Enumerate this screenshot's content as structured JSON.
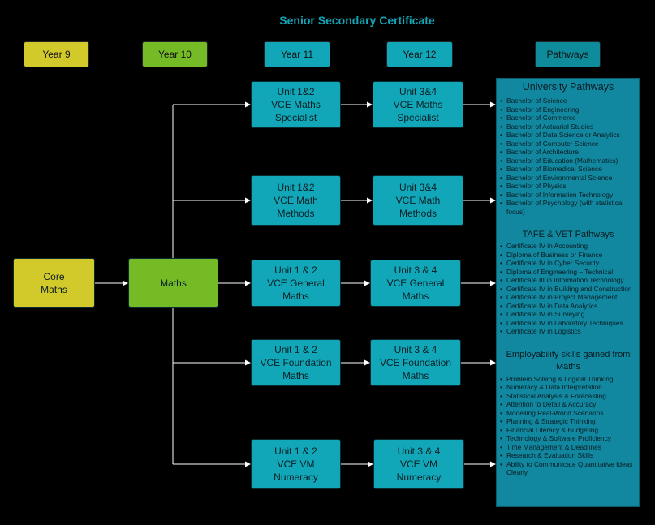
{
  "title": "Senior Secondary Certificate",
  "headers": {
    "year9": "Year 9",
    "year10": "Year 10",
    "year11": "Year 11",
    "year12": "Year 12",
    "pathways": "Pathways"
  },
  "nodes": {
    "core_maths": "Core\nMaths",
    "maths": "Maths",
    "y11": [
      "Unit 1&2\nVCE Maths\nSpecialist",
      "Unit 1&2\nVCE Math\nMethods",
      "Unit 1 & 2\nVCE General\nMaths",
      "Unit 1 & 2\nVCE Foundation\nMaths",
      "Unit 1 & 2\nVCE VM\nNumeracy"
    ],
    "y12": [
      "Unit 3&4\nVCE Maths\nSpecialist",
      "Unit 3&4\nVCE Math\nMethods",
      "Unit 3 & 4\nVCE General\nMaths",
      "Unit 3 & 4\nVCE Foundation\nMaths",
      "Unit 3 & 4\nVCE VM\nNumeracy"
    ]
  },
  "pathways": {
    "university": {
      "heading": "University Pathways",
      "items": [
        "Bachelor of Science",
        "Bachelor of Engineering",
        "Bachelor of Commerce",
        "Bachelor of Actuarial Studies",
        "Bachelor of Data Science or Analytics",
        "Bachelor of Computer Science",
        "Bachelor of Architecture",
        "Bachelor of Education (Mathematics)",
        "Bachelor of Biomedical Science",
        "Bachelor of Environmental Science",
        "Bachelor of Physics",
        "Bachelor of Information Technology",
        "Bachelor of Psychology (with statistical focus)"
      ]
    },
    "tafe": {
      "heading": "TAFE & VET Pathways",
      "items": [
        "Certificate IV in Accounting",
        "Diploma of Business or Finance",
        "Certificate IV in Cyber Security",
        "Diploma of Engineering – Technical",
        "Certificate III in Information Technology",
        "Certificate IV in Building and Construction",
        "Certificate IV in Project Management",
        "Certificate IV in Data Analytics",
        "Certificate IV in Surveying",
        "Certificate IV in Laboratory Techniques",
        "Certificate IV in Logistics"
      ]
    },
    "employability": {
      "heading": "Employability skills gained from Maths",
      "items": [
        "Problem Solving & Logical Thinking",
        "Numeracy & Data Interpretation",
        "Statistical Analysis & Forecasting",
        "Attention to Detail & Accuracy",
        "Modelling Real-World Scenarios",
        "Planning & Strategic Thinking",
        "Financial Literacy & Budgeting",
        "Technology & Software Proficiency",
        "Time Management & Deadlines",
        "Research & Evaluation Skills",
        "Ability to Communicate Quantitative Ideas Clearly"
      ]
    }
  },
  "colors": {
    "teal": "#12a7b8",
    "yellow": "#d2c92a",
    "green": "#74bb26",
    "title": "#13a3b5",
    "panel": "#1188a0"
  }
}
